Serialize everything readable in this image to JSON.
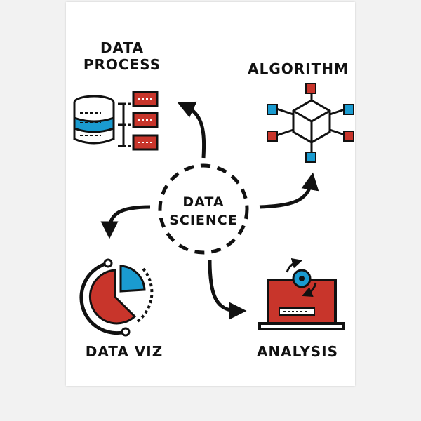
{
  "center": {
    "line1": "DATA",
    "line2": "SCIENCE"
  },
  "nodes": {
    "data_process": {
      "line1": "DATA",
      "line2": "PROCESS"
    },
    "algorithm": {
      "label": "ALGORITHM"
    },
    "data_viz": {
      "label": "DATA VIZ"
    },
    "analysis": {
      "label": "ANALYSIS"
    }
  },
  "colors": {
    "accent_red": "#c8352b",
    "accent_blue": "#1a9bd0",
    "ink": "#111111",
    "paper": "#ffffff"
  }
}
